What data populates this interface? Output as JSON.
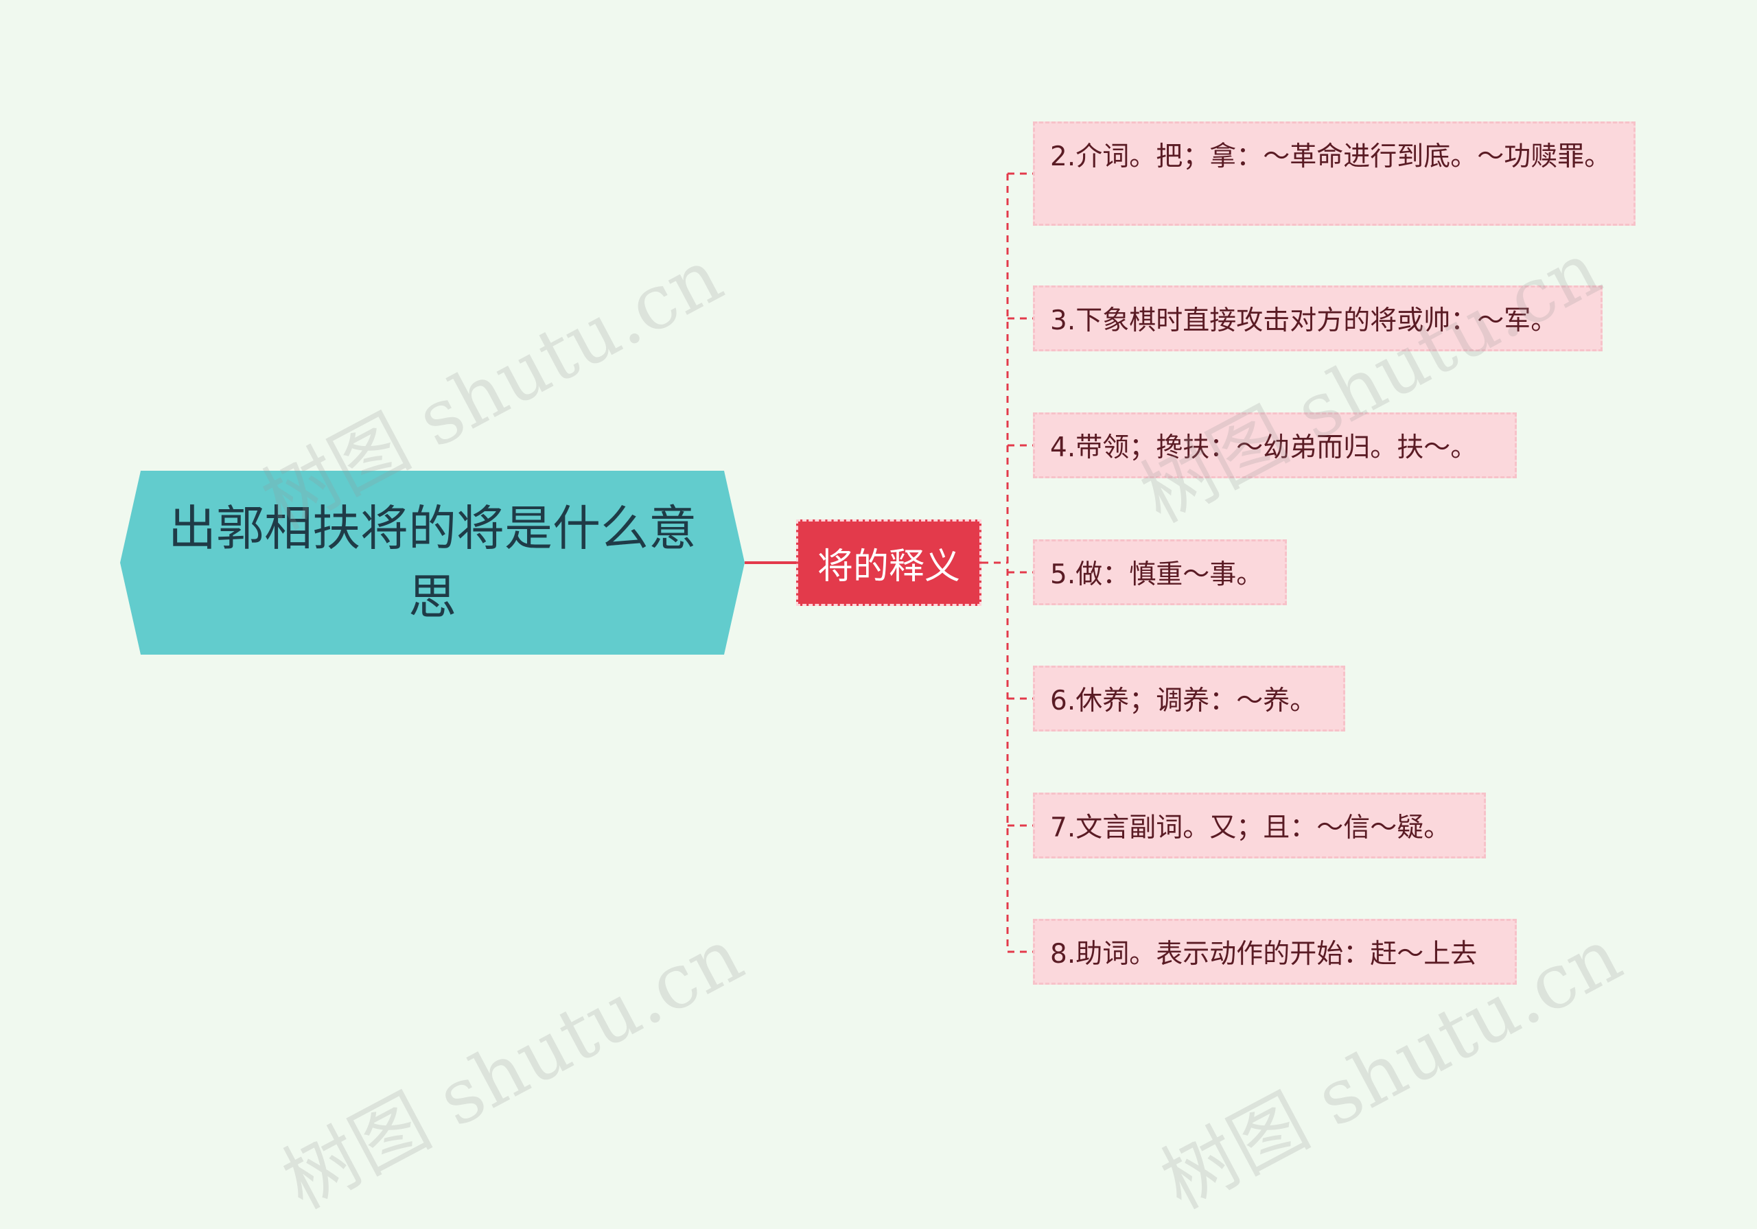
{
  "root": {
    "text": "出郭相扶将的将是什么意思"
  },
  "branch": {
    "label": "将的释义"
  },
  "leaves": [
    "2.介词。把；拿：～革命进行到底。～功赎罪。",
    "3.下象棋时直接攻击对方的将或帅：～军。",
    "4.带领；搀扶：～幼弟而归。扶～。",
    "5.做：慎重～事。",
    "6.休养；调养：～养。",
    "7.文言副词。又；且：～信～疑。",
    "8.助词。表示动作的开始：赶～上去"
  ],
  "watermark": "树图 shutu.cn",
  "colors": {
    "background": "#f0f9ef",
    "root_fill": "#62cccd",
    "branch_fill": "#e33a4b",
    "leaf_fill": "#fbd8dc",
    "connector": "#e33a4b"
  }
}
